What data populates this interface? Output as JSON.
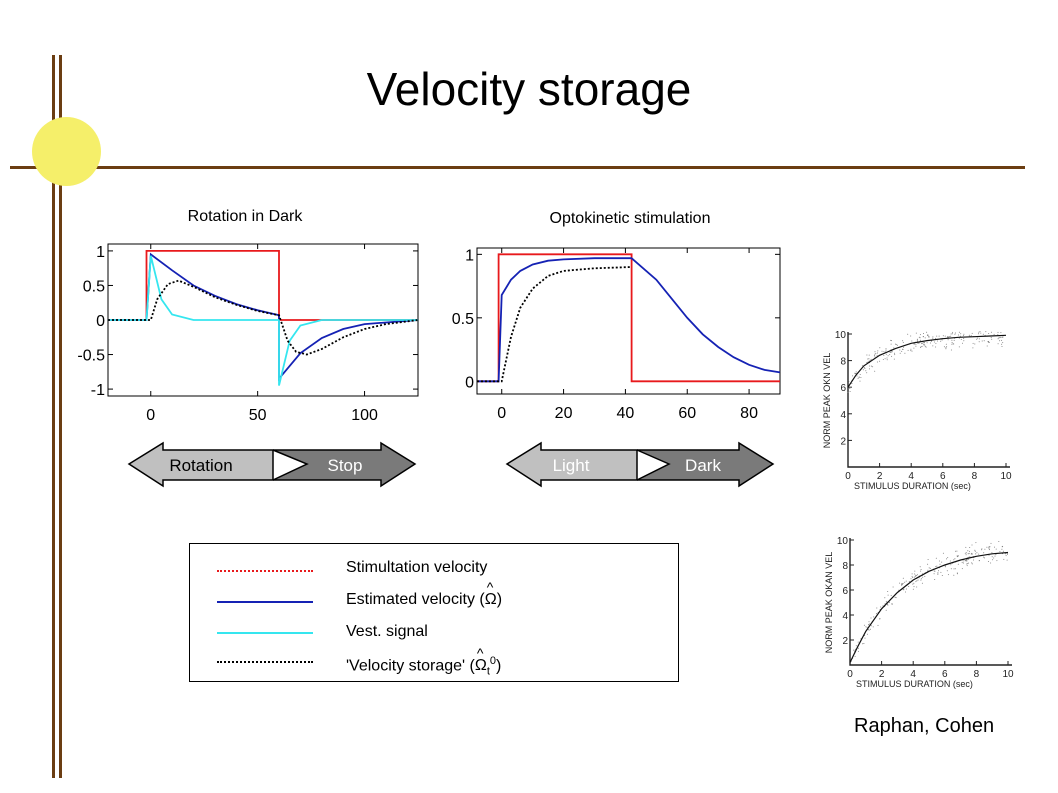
{
  "title": "Velocity storage",
  "credit": "Raphan, Cohen",
  "colors": {
    "stimulation": "#e8191c",
    "estimated": "#1522b4",
    "vestibular": "#35e6ef",
    "storage": "#000000",
    "frame": "#6b3d12",
    "sun": "#f5ef6a",
    "arrow_light": "#c0c0c0",
    "arrow_dark": "#7a7a7a"
  },
  "phases": {
    "left": [
      "Rotation",
      "Stop"
    ],
    "right": [
      "Light",
      "Dark"
    ]
  },
  "legend": {
    "stimulation": "Stimultation velocity",
    "estimated_prefix": "Estimated velocity (",
    "estimated_symbol": "Ω",
    "estimated_hat": "^",
    "estimated_suffix": ")",
    "vestibular": "Vest. signal",
    "storage_prefix": "'Velocity storage' (",
    "storage_symbol": "Ω",
    "storage_hat": "^",
    "storage_sub": "t",
    "storage_sup": "0",
    "storage_suffix": ")"
  },
  "chart_data": [
    {
      "type": "line",
      "title": "Rotation in Dark",
      "xlim": [
        -20,
        125
      ],
      "ylim": [
        -1.1,
        1.1
      ],
      "xticks": [
        0,
        50,
        100
      ],
      "yticks": [
        1,
        0.5,
        0,
        -0.5,
        -1
      ],
      "xtick_labels": [
        "0",
        "50",
        "100"
      ],
      "ytick_labels": [
        "1",
        "0.5",
        "0",
        "-0.5",
        "-1"
      ],
      "series": [
        {
          "key": "stimulation",
          "x": [
            -20,
            -2,
            -2,
            60,
            60,
            125
          ],
          "y": [
            0,
            0,
            1,
            1,
            0,
            0
          ]
        },
        {
          "key": "estimated",
          "x": [
            -20,
            -2,
            0,
            10,
            20,
            30,
            40,
            50,
            60,
            60,
            70,
            80,
            90,
            100,
            125
          ],
          "y": [
            0,
            0,
            0.95,
            0.72,
            0.5,
            0.35,
            0.23,
            0.14,
            0.07,
            -0.85,
            -0.48,
            -0.26,
            -0.13,
            -0.06,
            0
          ]
        },
        {
          "key": "vestibular",
          "x": [
            -20,
            -2,
            0,
            5,
            10,
            20,
            60,
            60,
            65,
            70,
            80,
            125
          ],
          "y": [
            0,
            0,
            0.93,
            0.3,
            0.08,
            0,
            0,
            -0.95,
            -0.3,
            -0.08,
            0,
            0
          ]
        },
        {
          "key": "storage",
          "x": [
            -20,
            -2,
            0,
            3,
            8,
            13,
            20,
            30,
            40,
            50,
            60,
            60,
            64,
            68,
            73,
            80,
            90,
            100,
            110,
            125
          ],
          "y": [
            0,
            0,
            0,
            0.3,
            0.52,
            0.57,
            0.48,
            0.33,
            0.22,
            0.13,
            0.07,
            0.07,
            -0.3,
            -0.46,
            -0.5,
            -0.42,
            -0.25,
            -0.13,
            -0.06,
            0
          ]
        }
      ]
    },
    {
      "type": "line",
      "title": "Optokinetic stimulation",
      "xlim": [
        -8,
        90
      ],
      "ylim": [
        -0.1,
        1.05
      ],
      "xticks": [
        0,
        20,
        40,
        60,
        80
      ],
      "yticks": [
        1,
        0.5,
        0
      ],
      "xtick_labels": [
        "0",
        "20",
        "40",
        "60",
        "80"
      ],
      "ytick_labels": [
        "1",
        "0.5",
        "0"
      ],
      "series": [
        {
          "key": "stimulation",
          "x": [
            -8,
            -1,
            -1,
            42,
            42,
            90
          ],
          "y": [
            0,
            0,
            1,
            1,
            0,
            0
          ]
        },
        {
          "key": "estimated",
          "x": [
            -8,
            -1,
            0,
            3,
            6,
            10,
            15,
            20,
            30,
            42,
            50,
            55,
            60,
            65,
            70,
            75,
            80,
            85,
            90
          ],
          "y": [
            0,
            0,
            0.68,
            0.8,
            0.87,
            0.92,
            0.95,
            0.96,
            0.97,
            0.97,
            0.8,
            0.65,
            0.5,
            0.37,
            0.27,
            0.19,
            0.13,
            0.09,
            0.07
          ]
        },
        {
          "key": "storage",
          "x": [
            -8,
            -1,
            0,
            3,
            6,
            10,
            15,
            20,
            30,
            42
          ],
          "y": [
            0,
            0,
            0,
            0.35,
            0.58,
            0.73,
            0.83,
            0.87,
            0.89,
            0.9
          ]
        }
      ]
    },
    {
      "type": "scatter",
      "xlabel": "STIMULUS DURATION (sec)",
      "ylabel": "NORM PEAK OKN VEL",
      "xlim": [
        0,
        10
      ],
      "ylim": [
        0,
        10
      ],
      "xticks": [
        0,
        2,
        4,
        6,
        8,
        10
      ],
      "yticks": [
        2,
        4,
        6,
        8,
        10
      ],
      "xtick_labels": [
        "0",
        "2",
        "4",
        "6",
        "8",
        "10"
      ],
      "ytick_labels": [
        "2",
        "4",
        "6",
        "8",
        "10"
      ],
      "curve": {
        "x": [
          0,
          0.5,
          1,
          2,
          3,
          4,
          5,
          6,
          7,
          8,
          9,
          10
        ],
        "y": [
          6.0,
          6.9,
          7.6,
          8.4,
          8.9,
          9.3,
          9.5,
          9.65,
          9.75,
          9.8,
          9.85,
          9.9
        ]
      }
    },
    {
      "type": "scatter",
      "xlabel": "STIMULUS DURATION (sec)",
      "ylabel": "NORM PEAK OKAN VEL",
      "xlim": [
        0,
        10
      ],
      "ylim": [
        0,
        10
      ],
      "xticks": [
        0,
        2,
        4,
        6,
        8,
        10
      ],
      "yticks": [
        2,
        4,
        6,
        8,
        10
      ],
      "xtick_labels": [
        "0",
        "2",
        "4",
        "6",
        "8",
        "10"
      ],
      "ytick_labels": [
        "2",
        "4",
        "6",
        "8",
        "10"
      ],
      "curve": {
        "x": [
          0,
          0.5,
          1,
          2,
          3,
          4,
          5,
          6,
          7,
          8,
          9,
          10
        ],
        "y": [
          0.2,
          1.5,
          2.7,
          4.5,
          5.8,
          6.8,
          7.5,
          8.0,
          8.4,
          8.7,
          8.9,
          9.0
        ]
      }
    }
  ]
}
